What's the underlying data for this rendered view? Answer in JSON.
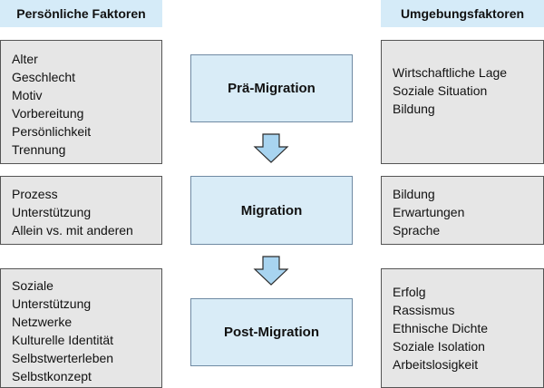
{
  "colors": {
    "header_bg": "#d5ebf8",
    "phase_bg": "#d9ecf7",
    "factor_bg": "#e6e6e6",
    "arrow_fill": "#a8d4f0",
    "arrow_stroke": "#2b2b2b"
  },
  "headers": {
    "left": "Persönliche Faktoren",
    "right": "Umgebungsfaktoren"
  },
  "phases": [
    {
      "label": "Prä-Migration"
    },
    {
      "label": "Migration"
    },
    {
      "label": "Post-Migration"
    }
  ],
  "personal_factors": [
    {
      "items": [
        "Alter",
        "Geschlecht",
        "Motiv",
        "Vorbereitung",
        "Persönlichkeit",
        "Trennung"
      ]
    },
    {
      "items": [
        "Prozess",
        "Unterstützung",
        "Allein vs. mit anderen"
      ]
    },
    {
      "items": [
        "Soziale",
        "Unterstützung",
        "Netzwerke",
        "Kulturelle Identität",
        "Selbstwerterleben",
        "Selbstkonzept"
      ]
    }
  ],
  "environmental_factors": [
    {
      "items": [
        "Wirtschaftliche Lage",
        "Soziale Situation",
        "Bildung"
      ]
    },
    {
      "items": [
        "Bildung",
        "Erwartungen",
        "Sprache"
      ]
    },
    {
      "items": [
        "Erfolg",
        "Rassismus",
        "Ethnische Dichte",
        "Soziale Isolation",
        "Arbeitslosigkeit"
      ]
    }
  ],
  "arrows": [
    {
      "icon": "down-arrow-icon"
    },
    {
      "icon": "down-arrow-icon"
    }
  ]
}
